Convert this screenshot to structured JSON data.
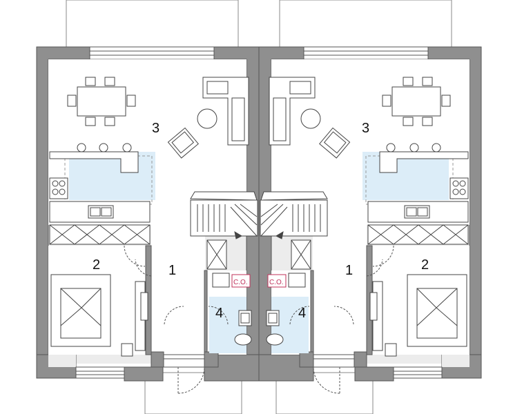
{
  "colors": {
    "wall": "#8f8f8f",
    "wall_edge": "#5a5a5a",
    "line": "#444444",
    "light_line": "#888888",
    "light_blue": "#dcedf8",
    "co_red": "#c0305a",
    "paper": "#ffffff"
  },
  "rooms": {
    "left": {
      "living": "3",
      "hall": "1",
      "bedroom": "2",
      "bathroom": "4"
    },
    "right": {
      "living": "3",
      "hall": "1",
      "bedroom": "2",
      "bathroom": "4"
    }
  },
  "labels": {
    "left_co": "C.O.",
    "right_co": "C.O."
  },
  "icons": [
    "dining-table-icon",
    "sofa-icon",
    "armchair-icon",
    "round-table-icon",
    "kitchen-counter-icon",
    "sink-icon",
    "stove-icon",
    "stairs-icon",
    "bed-icon",
    "wardrobe-icon",
    "toilet-icon",
    "door-swing-icon"
  ]
}
